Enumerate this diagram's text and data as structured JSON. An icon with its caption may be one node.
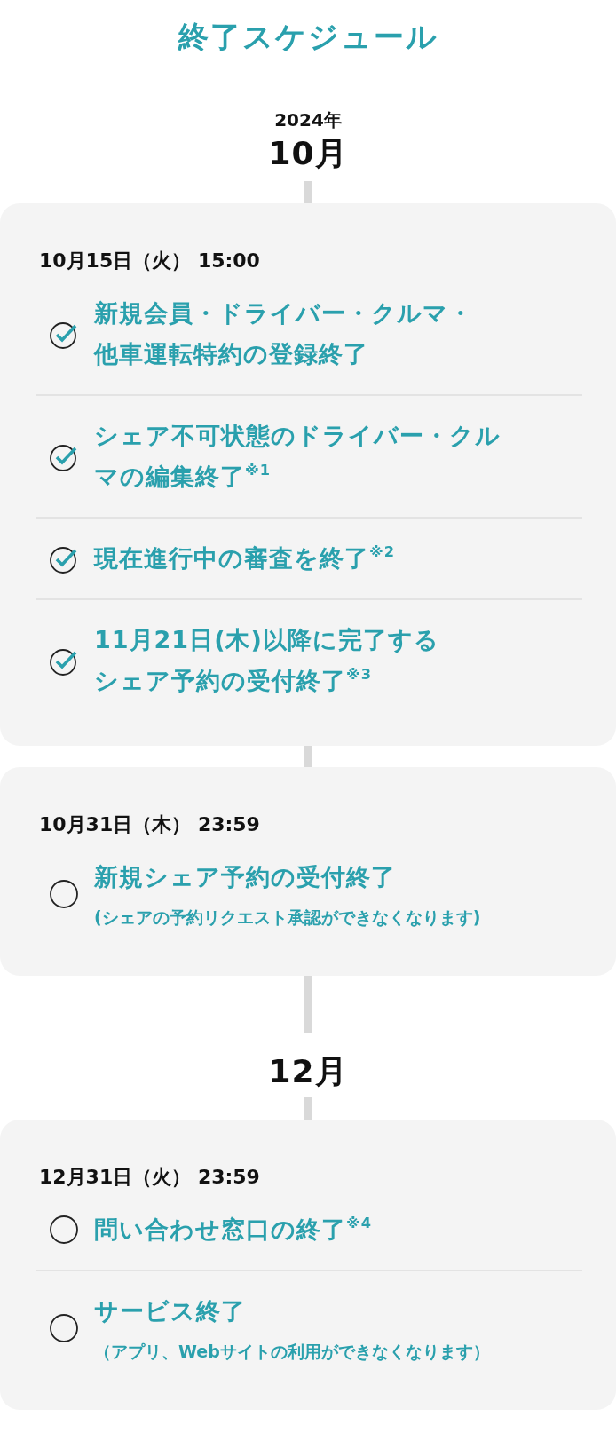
{
  "diagram": {
    "title": "終了スケジュール",
    "nodes": [
      {
        "text": [
          "2024年",
          "10月"
        ]
      },
      {
        "text": [
          "10月15日（火） 15:00"
        ]
      },
      {
        "text": [
          "新規会員・ドライバー・クルマ・他車運転特約の登録終了"
        ],
        "in": 1
      },
      {
        "text": [
          "シェア不可状態のドライバー・クルマの編集終了$^{※1}$"
        ],
        "in": 1
      },
      {
        "text": [
          "現在進行中の審査を終了$^{※2}$"
        ],
        "in": 1
      },
      {
        "text": [
          "11月21日(木)以降に完了するシェア予約の受付終了$^{※3}$"
        ],
        "in": 1
      },
      {
        "text": [
          "10月31日（木） 23:59"
        ]
      },
      {
        "text": [
          "新規シェア予約の受付終了",
          "(シェアの予約リクエスト承認ができなくなります)"
        ],
        "in": 6
      },
      {
        "text": [
          "12月"
        ]
      },
      {
        "text": [
          "12月31日（火） 23:59"
        ]
      },
      {
        "text": [
          "問い合わせ窓口の終了$^{※4}$"
        ],
        "in": 9
      },
      {
        "text": [
          "サービス終了",
          "（アプリ、Webサイトの利用ができなくなります）"
        ],
        "in": 9
      }
    ],
    "edges": [
      {
        "from": 0,
        "to": 1,
        "arrow": "none"
      },
      {
        "from": 1,
        "to": 6,
        "arrow": "none"
      },
      {
        "from": 6,
        "to": 8,
        "arrow": "none"
      },
      {
        "from": 8,
        "to": 9,
        "arrow": "none"
      }
    ]
  }
}
